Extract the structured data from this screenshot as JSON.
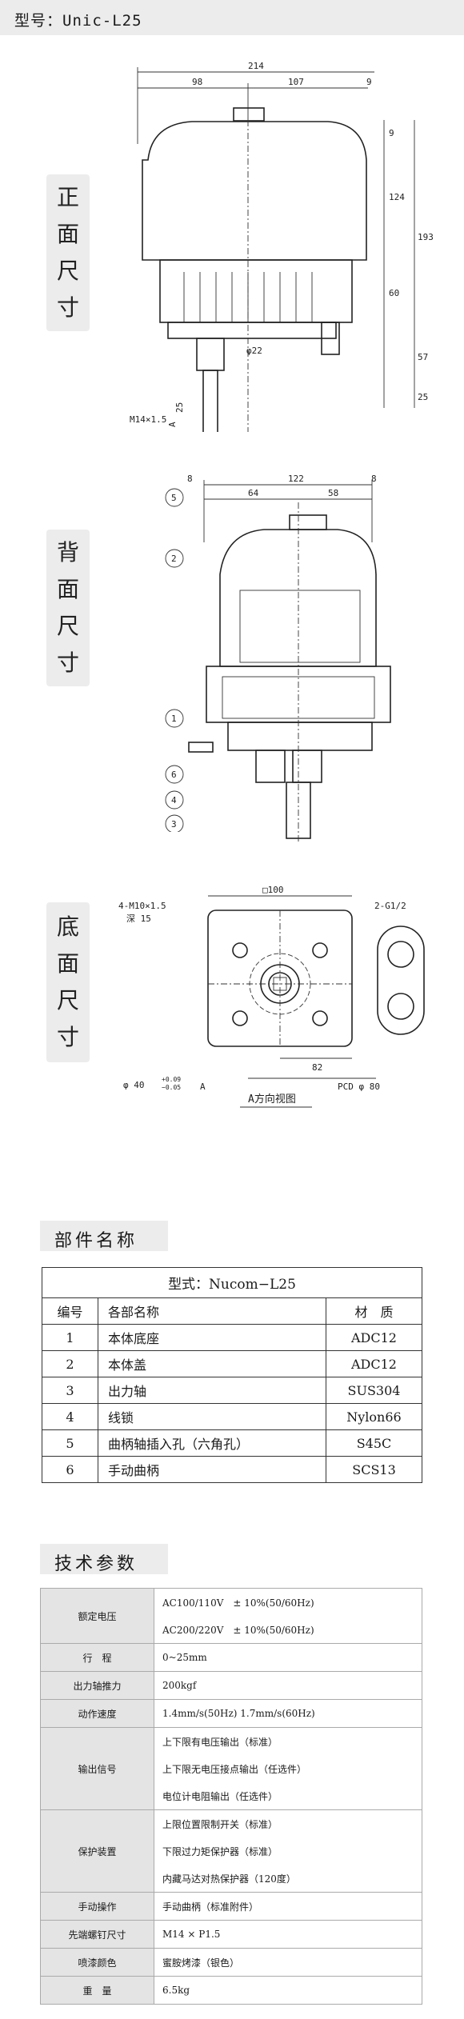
{
  "header": {
    "model_label": "型号：Unic-L25"
  },
  "views": {
    "front": {
      "label_chars": [
        "正",
        "面",
        "尺",
        "寸"
      ],
      "dims": {
        "total_width": "214",
        "left": "98",
        "right": "107",
        "small": "9",
        "h1": "9",
        "h124": "124",
        "h193": "193",
        "h60": "60",
        "h57": "57",
        "h25": "25",
        "shaft_dia": "φ22",
        "shaft_len": "25",
        "thread": "M14×1.5",
        "arrow": "A"
      }
    },
    "back": {
      "label_chars": [
        "背",
        "面",
        "尺",
        "寸"
      ],
      "dims": {
        "total": "122",
        "small": "8",
        "left": "64",
        "right": "58",
        "right_small": "8"
      },
      "callouts": [
        "5",
        "2",
        "1",
        "6",
        "4",
        "3"
      ]
    },
    "bottom": {
      "label_chars": [
        "底",
        "面",
        "尺",
        "寸"
      ],
      "dims": {
        "square": "□100",
        "bolt": "4-M10×1.5",
        "depth": "深 15",
        "port": "2-G1/2",
        "d82": "82",
        "pcd": "PCD φ 80",
        "bore": "φ 40",
        "bore_tol_top": "+0.09",
        "bore_tol_bottom": "−0.05",
        "ref_a": "A",
        "caption": "A方向视图"
      }
    }
  },
  "parts_section": {
    "title": "部件名称",
    "caption": "型式：Nucom−L25",
    "headers": [
      "编号",
      "各部名称",
      "材　质"
    ],
    "rows": [
      [
        "1",
        "本体底座",
        "ADC12"
      ],
      [
        "2",
        "本体盖",
        "ADC12"
      ],
      [
        "3",
        "出力轴",
        "SUS304"
      ],
      [
        "4",
        "线锁",
        "Nylon66"
      ],
      [
        "5",
        "曲柄轴插入孔（六角孔）",
        "S45C"
      ],
      [
        "6",
        "手动曲柄",
        "SCS13"
      ]
    ]
  },
  "tech_section": {
    "title": "技术参数",
    "rows": [
      {
        "key": "额定电压",
        "values": [
          "AC100/110V　± 10%(50/60Hz)",
          "AC200/220V　± 10%(50/60Hz)"
        ]
      },
      {
        "key": "行　程",
        "values": [
          "0~25mm"
        ]
      },
      {
        "key": "出力轴推力",
        "values": [
          "200kgf"
        ]
      },
      {
        "key": "动作速度",
        "values": [
          "1.4mm/s(50Hz) 1.7mm/s(60Hz)"
        ]
      },
      {
        "key": "输出信号",
        "values": [
          "上下限有电压输出（标准）",
          "上下限无电压接点输出（任选件）",
          "电位计电阻输出（任选件）"
        ]
      },
      {
        "key": "保护装置",
        "values": [
          "上限位置限制开关（标准）",
          "下限过力矩保护器（标准）",
          "内藏马达对热保护器（120度）"
        ]
      },
      {
        "key": "手动操作",
        "values": [
          "手动曲柄（标准附件）"
        ]
      },
      {
        "key": "先端螺钉尺寸",
        "values": [
          "M14 × P1.5"
        ]
      },
      {
        "key": "喷漆颜色",
        "values": [
          "蜜胺烤漆（银色）"
        ]
      },
      {
        "key": "重　量",
        "values": [
          "6.5kg"
        ]
      }
    ]
  }
}
